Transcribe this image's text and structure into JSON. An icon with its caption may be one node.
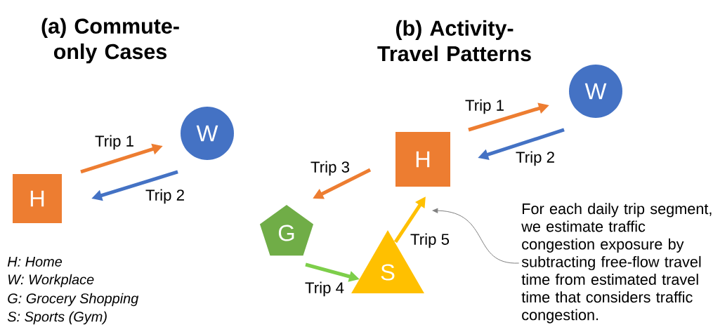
{
  "diagram": {
    "nodes": [
      {
        "text": [
          "H"
        ]
      },
      {
        "text": [
          "W"
        ]
      },
      {
        "text": [
          "H"
        ]
      },
      {
        "text": [
          "W"
        ]
      },
      {
        "text": [
          "G"
        ]
      },
      {
        "text": [
          "S"
        ]
      },
      {
        "text": [
          "For each daily trip segment, we estimate traffic congestion exposure by subtracting free-flow travel time from estimated travel time that considers traffic congestion."
        ]
      }
    ],
    "edges": [
      {
        "from": 0,
        "to": 1,
        "arrow": "to",
        "label": "Trip 1",
        "color": "#ed7d31"
      },
      {
        "from": 1,
        "to": 0,
        "arrow": "to",
        "label": "Trip 2",
        "color": "#4472c4"
      },
      {
        "from": 2,
        "to": 3,
        "arrow": "to",
        "label": "Trip 1",
        "color": "#ed7d31"
      },
      {
        "from": 3,
        "to": 2,
        "arrow": "to",
        "label": "Trip 2",
        "color": "#4472c4"
      },
      {
        "from": 2,
        "to": 4,
        "arrow": "to",
        "label": "Trip 3",
        "color": "#ed7d31"
      },
      {
        "from": 4,
        "to": 5,
        "arrow": "to",
        "label": "Trip 4",
        "color": "#7dce4a"
      },
      {
        "from": 5,
        "to": 2,
        "arrow": "to",
        "label": "Trip 5",
        "color": "#ffc000"
      },
      {
        "from": 6,
        "to": null,
        "arrow": "to",
        "color": "#808080"
      }
    ],
    "labels": [
      "(a) Commute-only Cases",
      "(b) Activity-Travel Patterns",
      "H: Home",
      "W: Workplace",
      "G: Grocery Shopping",
      "S: Sports (Gym)"
    ]
  }
}
